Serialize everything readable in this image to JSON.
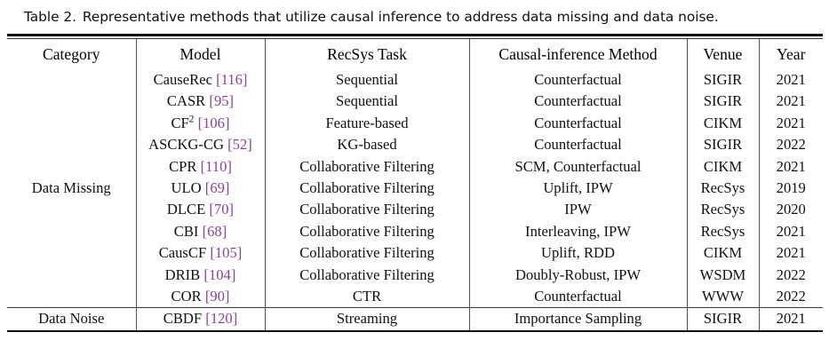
{
  "caption": {
    "label": "Table 2.",
    "text": "Representative methods that utilize causal inference to address data missing and data noise."
  },
  "colors": {
    "citation": "#8f3f9c",
    "rule": "#111111",
    "text": "#111111"
  },
  "table": {
    "headers": [
      "Category",
      "Model",
      "RecSys Task",
      "Causal-inference Method",
      "Venue",
      "Year"
    ],
    "sections": [
      {
        "category": "Data Missing",
        "rows": [
          {
            "model": "CauseRec",
            "model_sup": "",
            "cite": "[116]",
            "task": "Sequential",
            "method": "Counterfactual",
            "venue": "SIGIR",
            "year": "2021"
          },
          {
            "model": "CASR",
            "model_sup": "",
            "cite": "[95]",
            "task": "Sequential",
            "method": "Counterfactual",
            "venue": "SIGIR",
            "year": "2021"
          },
          {
            "model": "CF",
            "model_sup": "2",
            "cite": "[106]",
            "task": "Feature-based",
            "method": "Counterfactual",
            "venue": "CIKM",
            "year": "2021"
          },
          {
            "model": "ASCKG-CG",
            "model_sup": "",
            "cite": "[52]",
            "task": "KG-based",
            "method": "Counterfactual",
            "venue": "SIGIR",
            "year": "2022"
          },
          {
            "model": "CPR",
            "model_sup": "",
            "cite": "[110]",
            "task": "Collaborative Filtering",
            "method": "SCM, Counterfactual",
            "venue": "CIKM",
            "year": "2021"
          },
          {
            "model": "ULO",
            "model_sup": "",
            "cite": "[69]",
            "task": "Collaborative Filtering",
            "method": "Uplift, IPW",
            "venue": "RecSys",
            "year": "2019"
          },
          {
            "model": "DLCE",
            "model_sup": "",
            "cite": "[70]",
            "task": "Collaborative Filtering",
            "method": "IPW",
            "venue": "RecSys",
            "year": "2020"
          },
          {
            "model": "CBI",
            "model_sup": "",
            "cite": "[68]",
            "task": "Collaborative Filtering",
            "method": "Interleaving, IPW",
            "venue": "RecSys",
            "year": "2021"
          },
          {
            "model": "CausCF",
            "model_sup": "",
            "cite": "[105]",
            "task": "Collaborative Filtering",
            "method": "Uplift, RDD",
            "venue": "CIKM",
            "year": "2021"
          },
          {
            "model": "DRIB",
            "model_sup": "",
            "cite": "[104]",
            "task": "Collaborative Filtering",
            "method": "Doubly-Robust, IPW",
            "venue": "WSDM",
            "year": "2022"
          },
          {
            "model": "COR",
            "model_sup": "",
            "cite": "[90]",
            "task": "CTR",
            "method": "Counterfactual",
            "venue": "WWW",
            "year": "2022"
          }
        ]
      },
      {
        "category": "Data Noise",
        "rows": [
          {
            "model": "CBDF",
            "model_sup": "",
            "cite": "[120]",
            "task": "Streaming",
            "method": "Importance Sampling",
            "venue": "SIGIR",
            "year": "2021"
          }
        ]
      }
    ]
  }
}
